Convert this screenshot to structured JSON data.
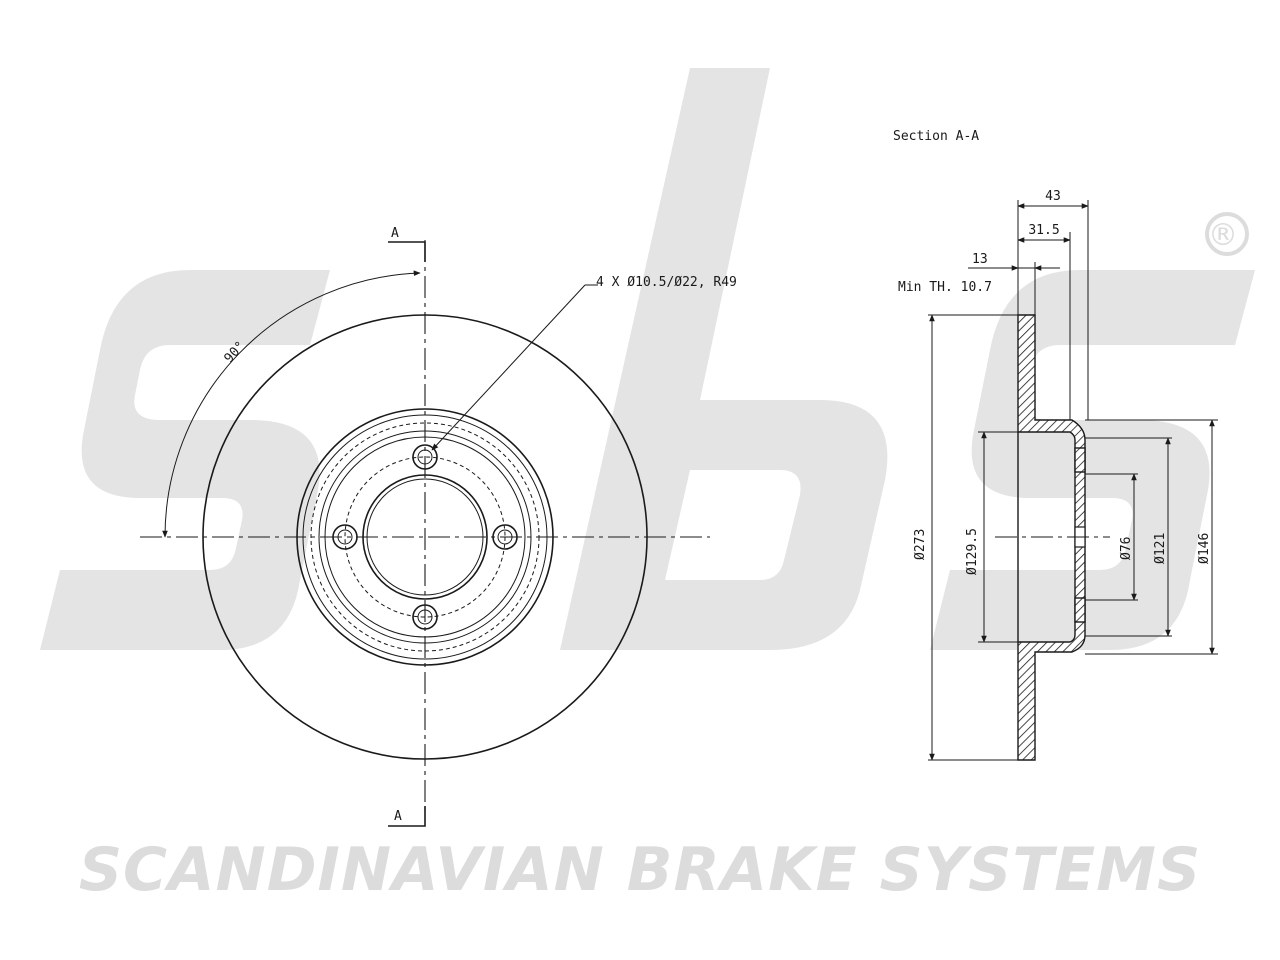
{
  "brand": {
    "logo_text": "sbs",
    "registered_mark": "®",
    "tagline": "SCANDINAVIAN BRAKE SYSTEMS"
  },
  "front_view": {
    "section_marker_top": "A",
    "section_marker_bottom": "A",
    "angle_label": "90°",
    "holes_note": "4 X Ø10.5/Ø22, R49"
  },
  "section_view": {
    "title": "Section A-A",
    "dimensions": {
      "total_height": "43",
      "hat_depth": "31.5",
      "thickness": "13",
      "min_thickness": "Min TH. 10.7",
      "outer_diameter": "Ø273",
      "inner_diameter": "Ø129.5",
      "center_bore": "Ø76",
      "hat_inner": "Ø121",
      "hat_outer": "Ø146"
    }
  },
  "colors": {
    "line": "#1a1a1a",
    "watermark": "#e4e4e4"
  }
}
